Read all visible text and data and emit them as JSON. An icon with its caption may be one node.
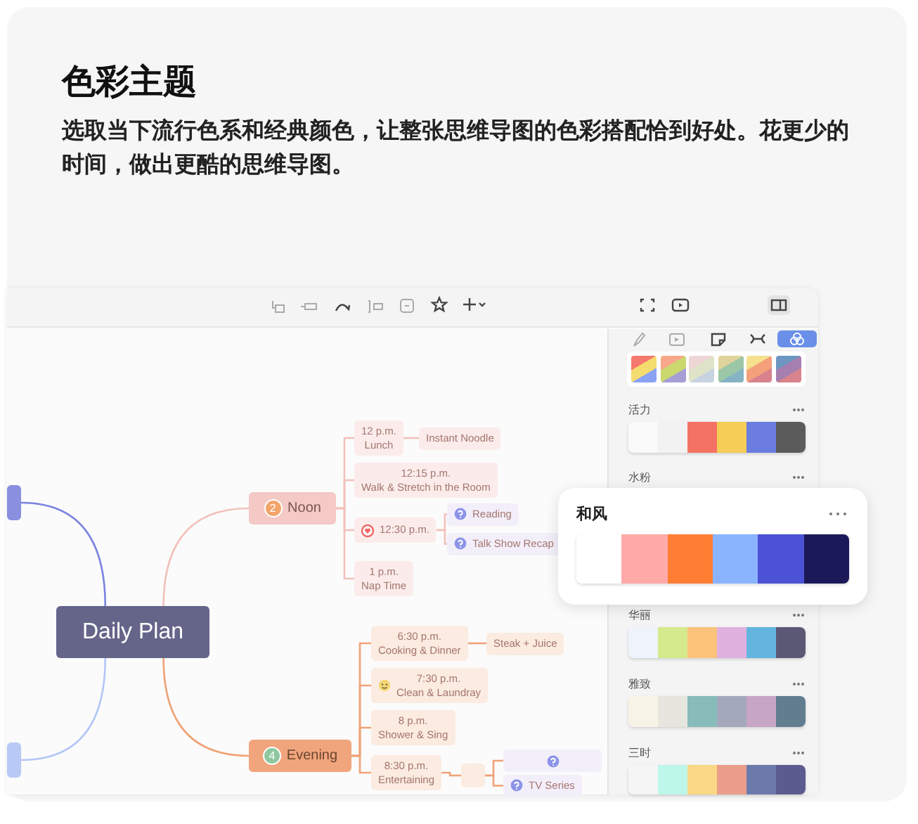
{
  "diagram": {
    "title": "色彩主题",
    "nodes": [
      {
        "text": [
          "Daily Plan"
        ]
      },
      {
        "text": [],
        "shape": "box"
      },
      {
        "text": [],
        "shape": "box"
      },
      {
        "text": [
          "2",
          "Noon"
        ]
      },
      {
        "text": [
          "12 p.m.",
          "Lunch"
        ]
      },
      {
        "text": [
          "Instant Noodle"
        ]
      },
      {
        "text": [
          "12:15 p.m.",
          "Walk & Stretch in the Room"
        ]
      },
      {
        "text": [
          "12:30 p.m."
        ]
      },
      {
        "text": [
          "Reading"
        ]
      },
      {
        "text": [
          "Talk Show Recap"
        ]
      },
      {
        "text": [
          "1 p.m.",
          "Nap Time"
        ]
      },
      {
        "text": [
          "4",
          "Evening"
        ]
      },
      {
        "text": [
          "6:30 p.m.",
          "Cooking & Dinner"
        ]
      },
      {
        "text": [
          "Steak + Juice"
        ]
      },
      {
        "text": [
          "7:30 p.m.",
          "Clean & Laundray"
        ]
      },
      {
        "text": [
          "8 p.m.",
          "Shower & Sing"
        ]
      },
      {
        "text": [
          "8:30 p.m.",
          "Entertaining"
        ]
      },
      {
        "text": [],
        "shape": "box"
      },
      {
        "text": [],
        "shape": "box"
      },
      {
        "text": [
          "TV Series"
        ]
      }
    ],
    "edges": [
      {
        "from": 0,
        "to": 1,
        "arrow": "none",
        "color": "#7b83e0"
      },
      {
        "from": 0,
        "to": 2,
        "arrow": "none",
        "color": "#b3c6f7"
      },
      {
        "from": 0,
        "to": 3,
        "arrow": "none",
        "color": "#f2c0bb"
      },
      {
        "from": 0,
        "to": 11,
        "arrow": "none"
      },
      {
        "from": 3,
        "to": 4,
        "arrow": "none",
        "color": "#f2c0bb"
      },
      {
        "from": 3,
        "to": 6,
        "arrow": "none",
        "color": "#f2c0bb"
      },
      {
        "from": 3,
        "to": 7,
        "arrow": "none",
        "color": "#f2c0bb"
      },
      {
        "from": 3,
        "to": 10,
        "arrow": "none",
        "color": "#f2c0bb"
      },
      {
        "from": 4,
        "to": 5,
        "arrow": "none",
        "color": "#f2c0bb"
      },
      {
        "from": 7,
        "to": 8,
        "arrow": "none",
        "color": "#f2c0bb"
      },
      {
        "from": 7,
        "to": 9,
        "arrow": "none",
        "color": "#f2c0bb"
      },
      {
        "from": 11,
        "to": 12,
        "arrow": "none"
      },
      {
        "from": 11,
        "to": 14,
        "arrow": "none"
      },
      {
        "from": 11,
        "to": 15,
        "arrow": "none"
      },
      {
        "from": 11,
        "to": 16,
        "arrow": "none"
      },
      {
        "from": 12,
        "to": 13,
        "arrow": "none"
      },
      {
        "from": 16,
        "to": 17,
        "arrow": "none"
      },
      {
        "from": 17,
        "to": 18,
        "arrow": "none"
      },
      {
        "from": 17,
        "to": 19,
        "arrow": "none"
      }
    ],
    "labels": [
      "选取当下流行色系和经典颜色，让整张思维导图的色彩搭配恰到好处。花更少的时间，做出更酷的思维导图。",
      "活力",
      "水粉",
      "和风",
      "华丽",
      "雅致",
      "三时"
    ]
  }
}
